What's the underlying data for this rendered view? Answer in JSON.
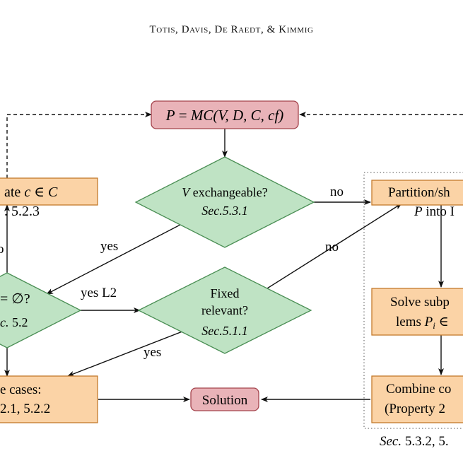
{
  "header": {
    "running_title": "Totis, Davis, De Raedt, & Kimmig"
  },
  "colors": {
    "pink_fill": "#e9b3b8",
    "pink_stroke": "#a4434c",
    "orange_fill": "#fbd3a6",
    "orange_stroke": "#c47a2b",
    "green_fill": "#bfe3c4",
    "green_stroke": "#4b8f55"
  },
  "nodes": {
    "top": {
      "lhs": "P",
      "eq": " = ",
      "rhs": "MC(V, D, C, cf)"
    },
    "exch": {
      "line1_v": "V",
      "line1_rest": " exchangeable?",
      "ref": "Sec.5.3.1"
    },
    "fixed": {
      "line1": "Fixed",
      "line2": "relevant?",
      "ref": "Sec.5.1.1"
    },
    "left_diamond": {
      "line1": "= ∅?",
      "line2_em": "c.",
      "line2_rest": " 5.2"
    },
    "left_top": {
      "line1_a": "ate ",
      "line1_c": "c ∈ C",
      "line2": ". 5.2.3"
    },
    "base": {
      "line1": "e cases:",
      "line2": "2.1, 5.2.2"
    },
    "solution": {
      "label": "Solution"
    },
    "partition": {
      "line1": "Partition/sh",
      "line2_p": "P",
      "line2_rest": " into I"
    },
    "solve": {
      "line1": "Solve subp",
      "line2_a": "lems ",
      "line2_p": "P",
      "line2_i": "i",
      "line2_rest": " ∈"
    },
    "combine": {
      "line1": "Combine co",
      "line2": "(Property 2"
    }
  },
  "edge_labels": {
    "exch_no": "no",
    "exch_yes": "yes",
    "yes_l2": "yes L2",
    "fixed_no": "no",
    "fixed_yes": "yes",
    "left_cut": "o"
  },
  "group_caption": {
    "em": "Sec.",
    "rest": " 5.3.2, 5."
  }
}
